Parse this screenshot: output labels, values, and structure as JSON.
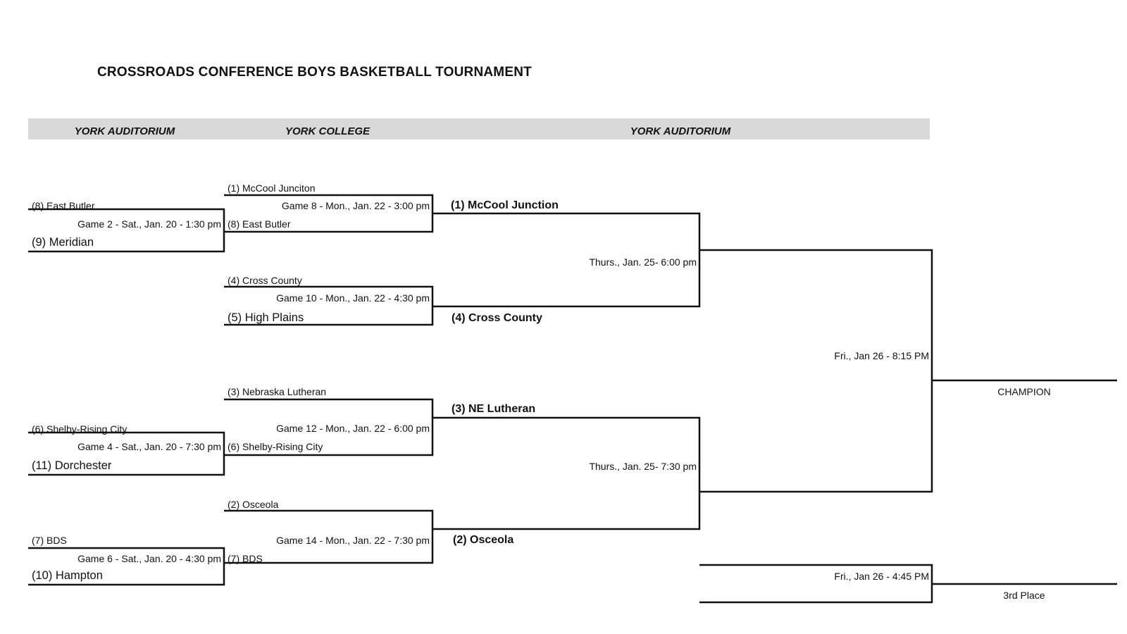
{
  "title": "CROSSROADS CONFERENCE BOYS BASKETBALL TOURNAMENT",
  "venues": [
    "YORK AUDITORIUM",
    "YORK COLLEGE",
    "YORK AUDITORIUM"
  ],
  "round1": {
    "m1": {
      "top": "(8) East Butler",
      "game": "Game 2 - Sat., Jan. 20 - 1:30 pm",
      "bottom": "(9) Meridian"
    },
    "m2": {
      "top": "(6) Shelby-Rising City",
      "game": "Game 4 - Sat., Jan. 20 - 7:30 pm",
      "bottom": "(11) Dorchester"
    },
    "m3": {
      "top": "(7) BDS",
      "game": "Game 6 - Sat., Jan. 20 - 4:30 pm",
      "bottom": "(10) Hampton"
    }
  },
  "round2": {
    "m1": {
      "top": "(1) McCool Junciton",
      "game": "Game 8 - Mon., Jan. 22 - 3:00 pm",
      "bottom": "(8) East Butler"
    },
    "m2": {
      "top": "(4) Cross County",
      "game": "Game 10 - Mon., Jan. 22 - 4:30 pm",
      "bottom": "(5) High Plains"
    },
    "m3": {
      "top": "(3) Nebraska Lutheran",
      "game": "Game 12 - Mon., Jan. 22 - 6:00 pm",
      "bottom": "(6) Shelby-Rising City"
    },
    "m4": {
      "top": "(2) Osceola",
      "game": "Game 14 - Mon., Jan. 22 - 7:30 pm",
      "bottom": "(7) BDS"
    }
  },
  "semis": {
    "w1": "(1) McCool Junction",
    "w2": "(4) Cross County",
    "w3": "(3) NE Lutheran",
    "w4": "(2) Osceola",
    "game1": "Thurs., Jan. 25- 6:00 pm",
    "game2": "Thurs., Jan. 25- 7:30 pm"
  },
  "finals": {
    "champ_game": "Fri., Jan 26 - 8:15 PM",
    "champion_label": "CHAMPION",
    "third_game": "Fri., Jan 26 - 4:45 PM",
    "third_label": "3rd Place"
  }
}
